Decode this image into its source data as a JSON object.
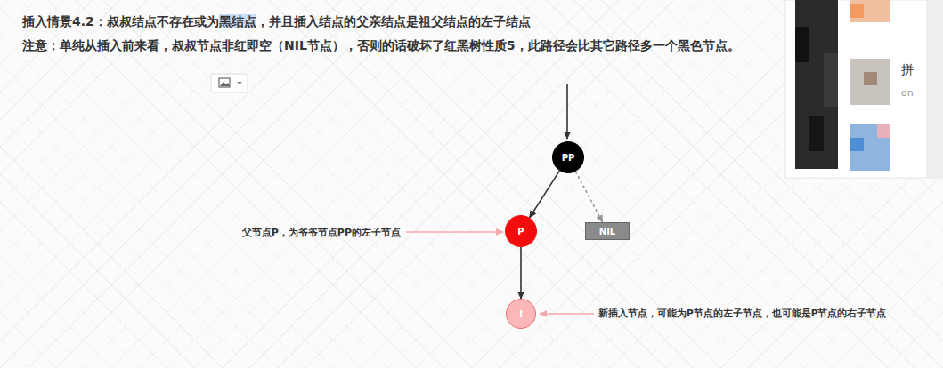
{
  "diagram": {
    "title": "插入情景4.2：叔叔结点不存在或为黑结点，并且插入结点的父亲结点是祖父结点的左子结点",
    "nodes": [
      {
        "text": [
          "PP"
        ]
      },
      {
        "text": [
          "P"
        ]
      },
      {
        "text": [
          "NIL"
        ]
      },
      {
        "text": [
          "I"
        ]
      }
    ],
    "edges": [
      {
        "from": 0,
        "to": 1,
        "arrow": "to"
      },
      {
        "from": 0,
        "to": 2,
        "arrow": "to"
      },
      {
        "from": 1,
        "to": 3,
        "arrow": "to"
      }
    ],
    "labels": [
      "注意：单纯从插入前来看，叔叔节点非红即空（NIL节点），否则的话破坏了红黑树性质5，此路径会比其它路径多一个黑色节点。",
      "父节点P，为爷爷节点PP的左子节点",
      "新插入节点，可能为P节点的左子节点，也可能是P节点的右子节点",
      "拼",
      "on"
    ]
  }
}
